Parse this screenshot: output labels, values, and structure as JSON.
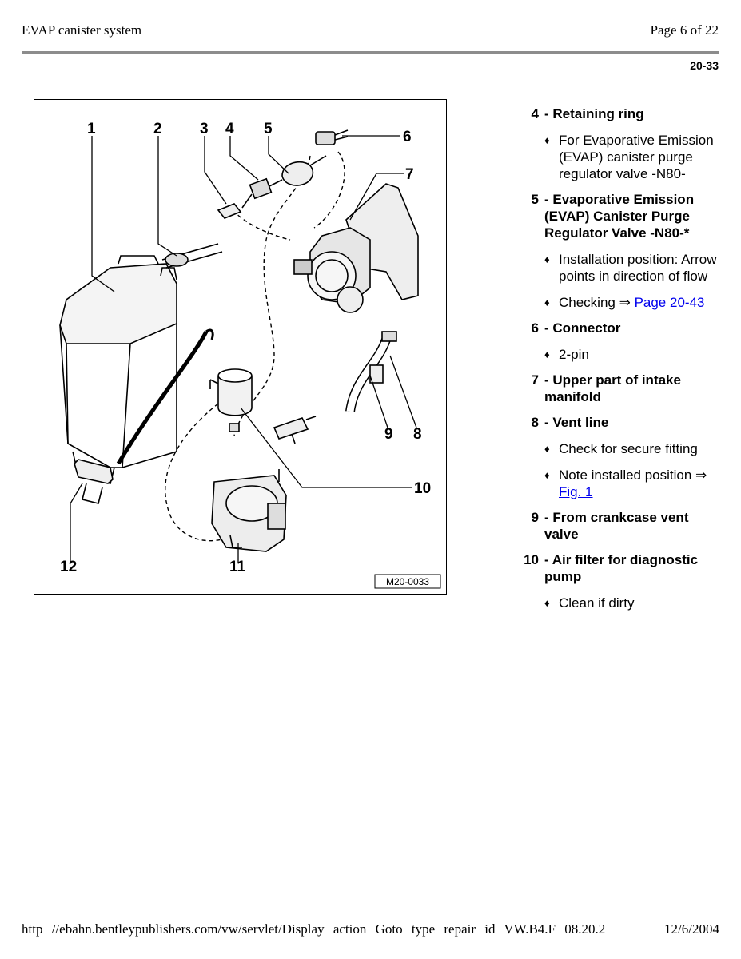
{
  "header": {
    "title": "EVAP canister system",
    "page": "Page 6 of 22",
    "section_number": "20-33"
  },
  "figure": {
    "callouts": [
      "1",
      "2",
      "3",
      "4",
      "5",
      "6",
      "7",
      "8",
      "9",
      "10",
      "11",
      "12"
    ],
    "figure_id": "M20-0033"
  },
  "legend": {
    "items": [
      {
        "number": "4",
        "title": "Retaining ring",
        "bullets": [
          {
            "text": "For Evaporative Emission (EVAP) canister purge regulator valve -N80-"
          }
        ]
      },
      {
        "number": "5",
        "title": "Evaporative Emission (EVAP) Canister Purge Regulator Valve -N80-*",
        "bullets": [
          {
            "text": "Installation position: Arrow points in direction of flow"
          },
          {
            "text": "Checking ⇒ ",
            "link": "Page 20-43"
          }
        ]
      },
      {
        "number": "6",
        "title": "Connector",
        "bullets": [
          {
            "text": "2-pin"
          }
        ]
      },
      {
        "number": "7",
        "title": "Upper part of intake manifold",
        "bullets": []
      },
      {
        "number": "8",
        "title": "Vent line",
        "bullets": [
          {
            "text": "Check for secure fitting"
          },
          {
            "text": "Note installed position ⇒ ",
            "link": "Fig. 1"
          }
        ]
      },
      {
        "number": "9",
        "title": "From crankcase vent valve",
        "bullets": []
      },
      {
        "number": "10",
        "title": "Air filter for diagnostic pump",
        "bullets": [
          {
            "text": "Clean if dirty"
          }
        ]
      }
    ]
  },
  "footer": {
    "url": "http //ebahn.bentleypublishers.com/vw/servlet/Display action Goto type repair id VW.B4.F 08.20.2",
    "date": "12/6/2004"
  }
}
